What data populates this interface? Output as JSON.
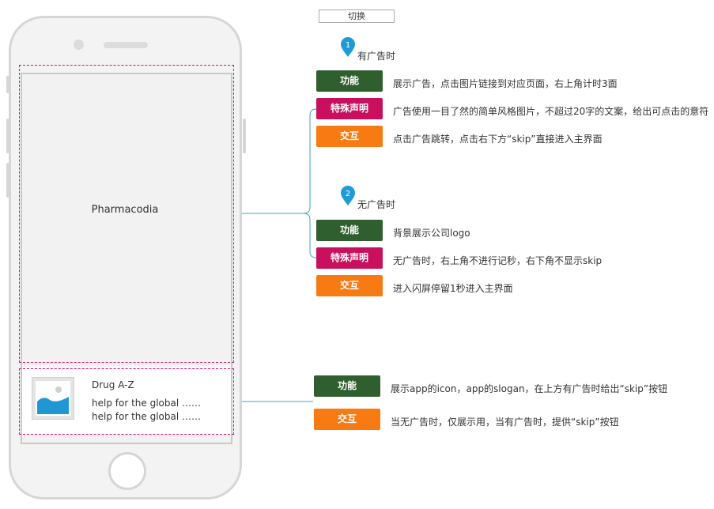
{
  "toolbar": {
    "switch_label": "切换"
  },
  "phone": {
    "brand": "Pharmacodia",
    "app_name": "Drug A-Z",
    "slogan_lines": [
      "help for the global  ……",
      "help for the global  ……"
    ]
  },
  "sections": {
    "with_ad": {
      "step": "1",
      "title": "有广告时",
      "rows": [
        {
          "tag": "功能",
          "text": "展示广告，点击图片链接到对应页面，右上角计时3面"
        },
        {
          "tag": "特殊声明",
          "text": "广告使用一目了然的简单风格图片，不超过20字的文案，给出可点击的意符"
        },
        {
          "tag": "交互",
          "text": "点击广告跳转，点击右下方“skip”直接进入主界面"
        }
      ]
    },
    "no_ad": {
      "step": "2",
      "title": "无广告时",
      "rows": [
        {
          "tag": "功能",
          "text": "背景展示公司logo"
        },
        {
          "tag": "特殊声明",
          "text": "无广告时，右上角不进行记秒，右下角不显示skip"
        },
        {
          "tag": "交互",
          "text": "进入闪屏停留1秒进入主界面"
        }
      ]
    },
    "bottom": {
      "rows": [
        {
          "tag": "功能",
          "text": "展示app的icon，app的slogan，在上方有广告时给出“skip”按钮"
        },
        {
          "tag": "交互",
          "text": "当无广告时，仅展示用，当有广告时，提供“skip”按钮"
        }
      ]
    }
  },
  "colors": {
    "func": "#2f5f2e",
    "special": "#c8105e",
    "interact": "#f77a13",
    "pin": "#1e9bd7",
    "dash": "#d6176f",
    "connector": "#3aa6c8"
  }
}
